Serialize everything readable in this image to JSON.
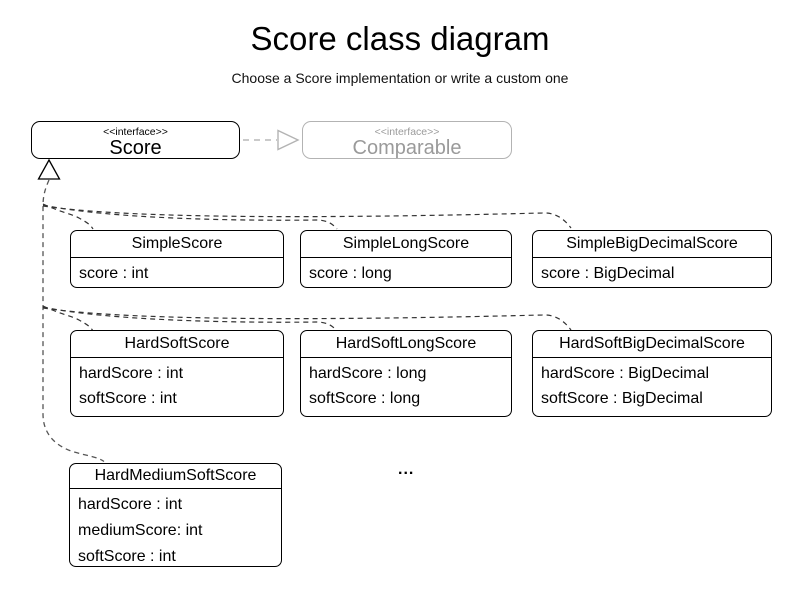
{
  "page": {
    "title": "Score class diagram",
    "subtitle": "Choose a Score implementation or write a custom one",
    "ellipsis": "..."
  },
  "interfaces": {
    "score": {
      "stereotype": "<<interface>>",
      "name": "Score"
    },
    "comparable": {
      "stereotype": "<<interface>>",
      "name": "Comparable"
    }
  },
  "classes": [
    {
      "name": "SimpleScore",
      "attributes": [
        "score : int"
      ]
    },
    {
      "name": "SimpleLongScore",
      "attributes": [
        "score : long"
      ]
    },
    {
      "name": "SimpleBigDecimalScore",
      "attributes": [
        "score : BigDecimal"
      ]
    },
    {
      "name": "HardSoftScore",
      "attributes": [
        "hardScore : int",
        "softScore : int"
      ]
    },
    {
      "name": "HardSoftLongScore",
      "attributes": [
        "hardScore : long",
        "softScore : long"
      ]
    },
    {
      "name": "HardSoftBigDecimalScore",
      "attributes": [
        "hardScore : BigDecimal",
        "softScore : BigDecimal"
      ]
    },
    {
      "name": "HardMediumSoftScore",
      "attributes": [
        "hardScore : int",
        "mediumScore: int",
        "softScore : int"
      ]
    }
  ],
  "colors": {
    "ink": "#000000",
    "muted_gray": "#9a9a9a",
    "muted_border": "#b3b3b3",
    "connector": "#333333"
  }
}
